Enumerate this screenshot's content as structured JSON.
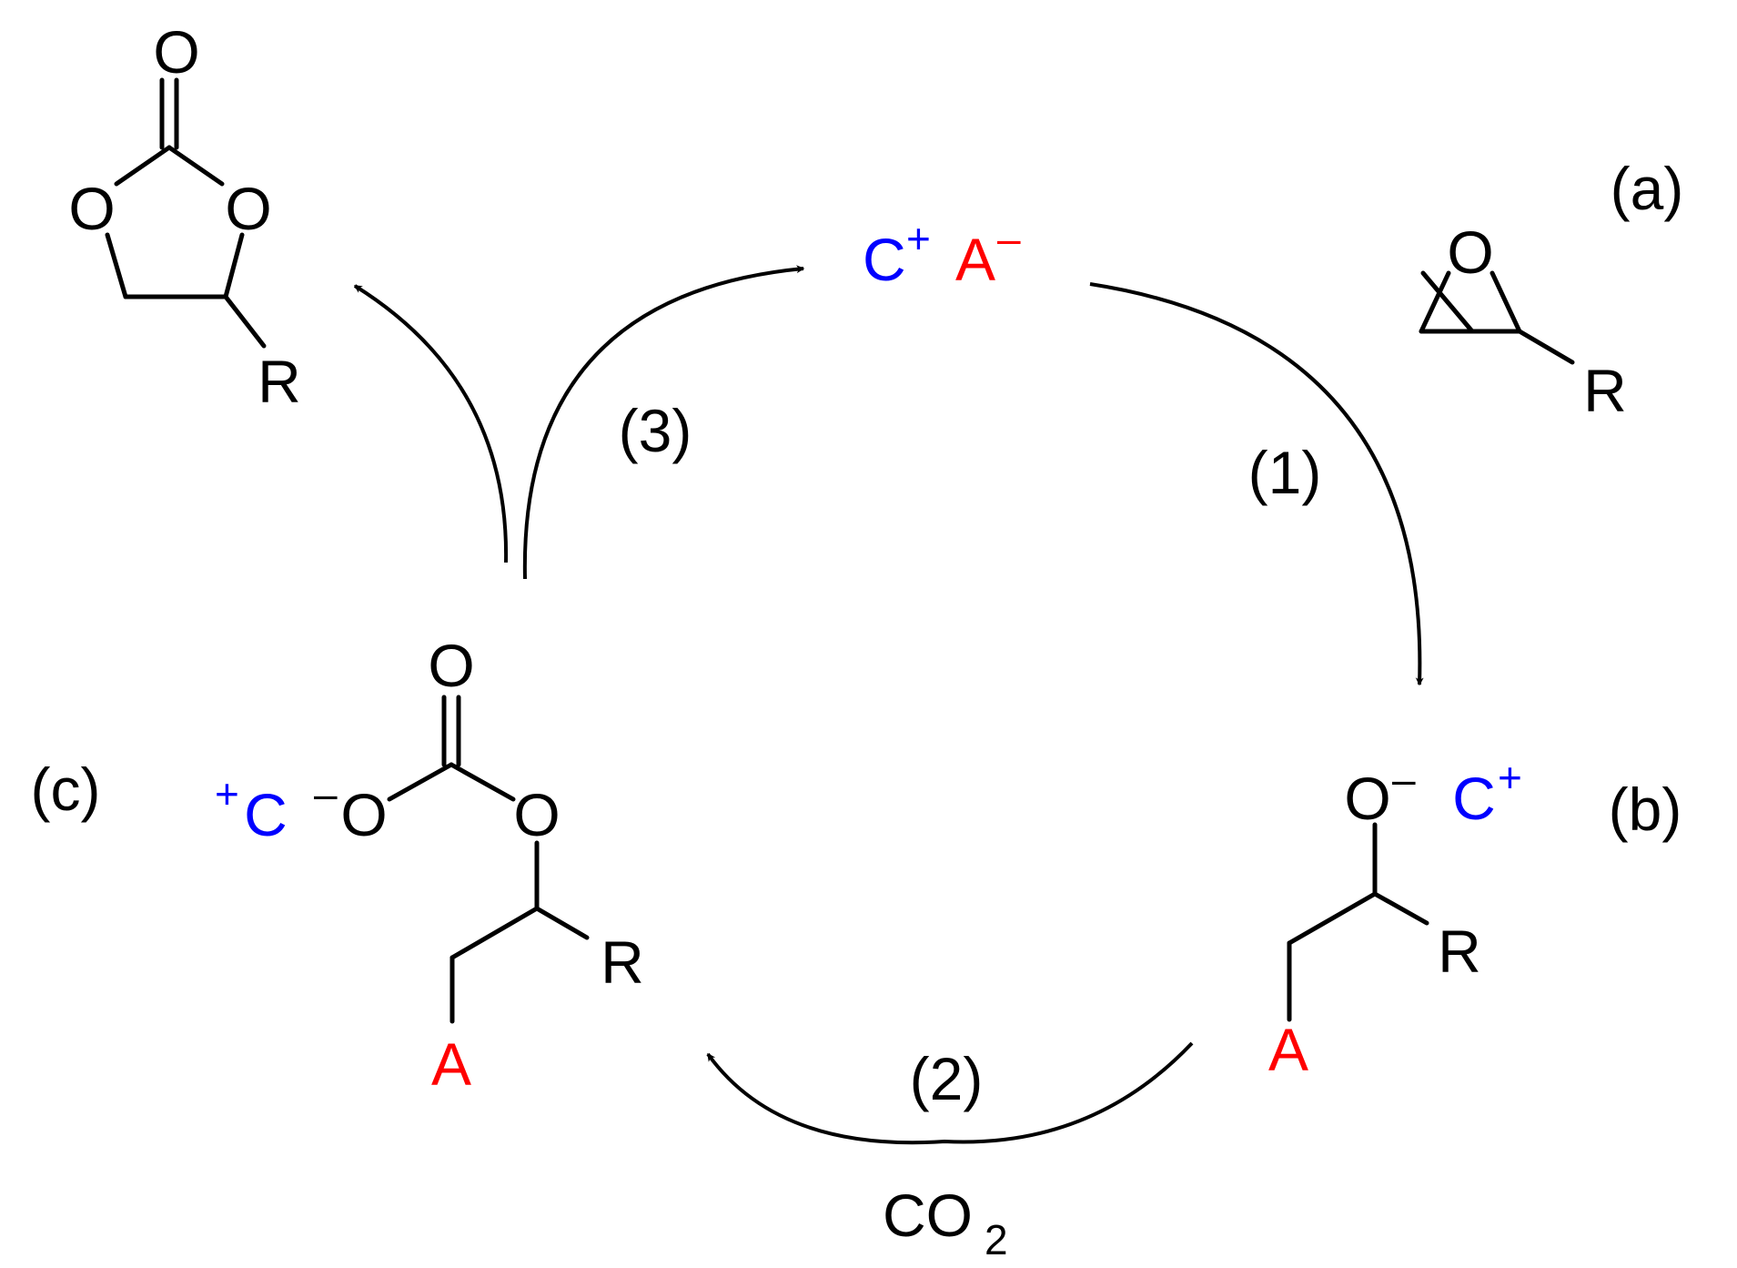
{
  "colors": {
    "cation": "#0000ff",
    "anion": "#ff0000",
    "ink": "#000000"
  },
  "labels": {
    "a": "(a)",
    "b": "(b)",
    "c": "(c)"
  },
  "steps": {
    "one": "(1)",
    "two": "(2)",
    "three": "(3)"
  },
  "catalyst": {
    "cation_symbol": "C",
    "cation_charge": "+",
    "anion_symbol": "A",
    "anion_charge": "–"
  },
  "atoms": {
    "oxygen": "O",
    "substituent": "R",
    "anion": "A",
    "cation": "C",
    "minus": "–",
    "plus": "+"
  },
  "reagent": {
    "base": "CO",
    "subscript": "2"
  }
}
